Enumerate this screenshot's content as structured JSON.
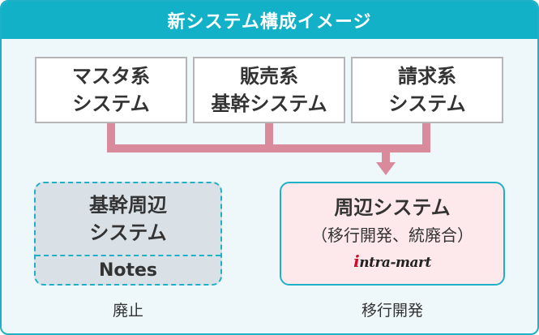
{
  "header": {
    "title": "新システム構成イメージ"
  },
  "systems": [
    {
      "line1": "マスタ系",
      "line2": "システム"
    },
    {
      "line1": "販売系",
      "line2": "基幹システム"
    },
    {
      "line1": "請求系",
      "line2": "システム"
    }
  ],
  "legacy": {
    "line1": "基幹周辺",
    "line2": "システム",
    "notes": "Notes",
    "caption": "廃止"
  },
  "new_system": {
    "title": "周辺システム",
    "subtitle": "（移行開発、統廃合）",
    "logo_text": "intra-mart",
    "caption": "移行開発"
  },
  "colors": {
    "header": "#12b1c8",
    "border": "#1eb0c6",
    "connector": "#d98a9b",
    "new_fill": "#fde8ec",
    "legacy_fill": "#d9e1e7",
    "logo_accent": "#c8102e"
  }
}
